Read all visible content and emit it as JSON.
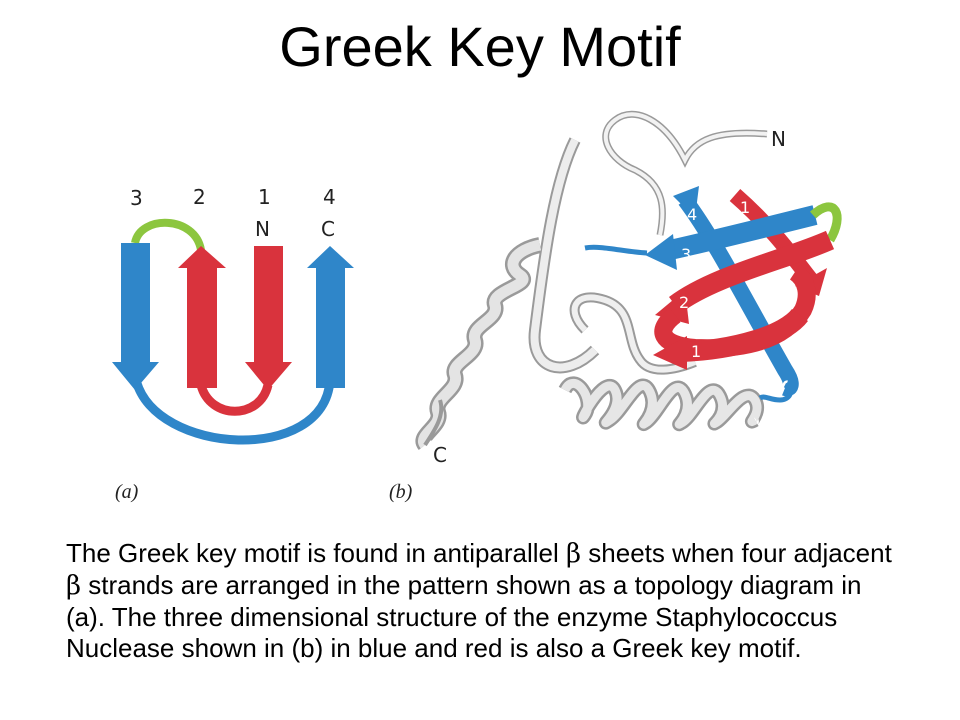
{
  "title": "Greek Key Motif",
  "figure": {
    "panel_a": {
      "label": "(a)",
      "strand_numbers": [
        "3",
        "2",
        "1",
        "4"
      ],
      "terminus_labels": [
        "N",
        "C"
      ]
    },
    "panel_b": {
      "label": "(b)",
      "n_terminus": "N",
      "c_terminus": "C",
      "strand_numbers": [
        "4",
        "1",
        "3",
        "2",
        "1"
      ]
    },
    "colors": {
      "blue": "#2f86c9",
      "red": "#d9333d",
      "green": "#8cc63f",
      "helix_gray": "#d8d8d8"
    }
  },
  "caption": {
    "part1": "The Greek key motif is found in antiparallel ",
    "beta1": "β",
    "part2": " sheets when four adjacent ",
    "beta2": "β",
    "part3": " strands are arranged in the pattern shown as a topology diagram in (a). The three dimensional structure of the enzyme Staphylococcus Nuclease shown in (b) in blue and red is also a Greek key motif."
  }
}
